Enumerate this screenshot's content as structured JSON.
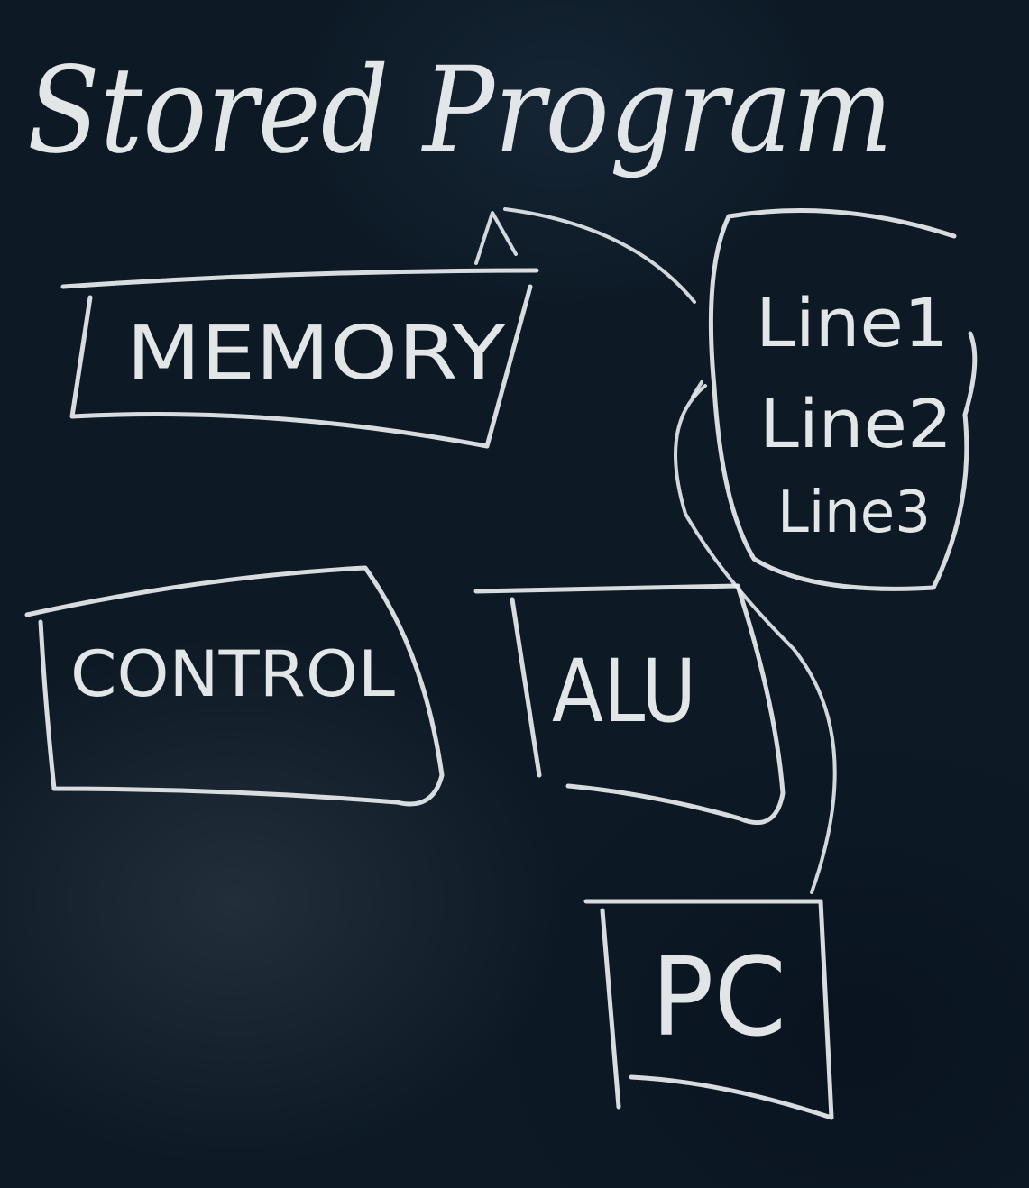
{
  "title": "Stored Program",
  "components": {
    "memory": "MEMORY",
    "control": "CONTROL",
    "alu": "ALU",
    "pc": "PC"
  },
  "program_lines": [
    "Line1",
    "Line2",
    "Line3"
  ],
  "colors": {
    "board": "#0d1a26",
    "chalk": "#e8ecee"
  }
}
